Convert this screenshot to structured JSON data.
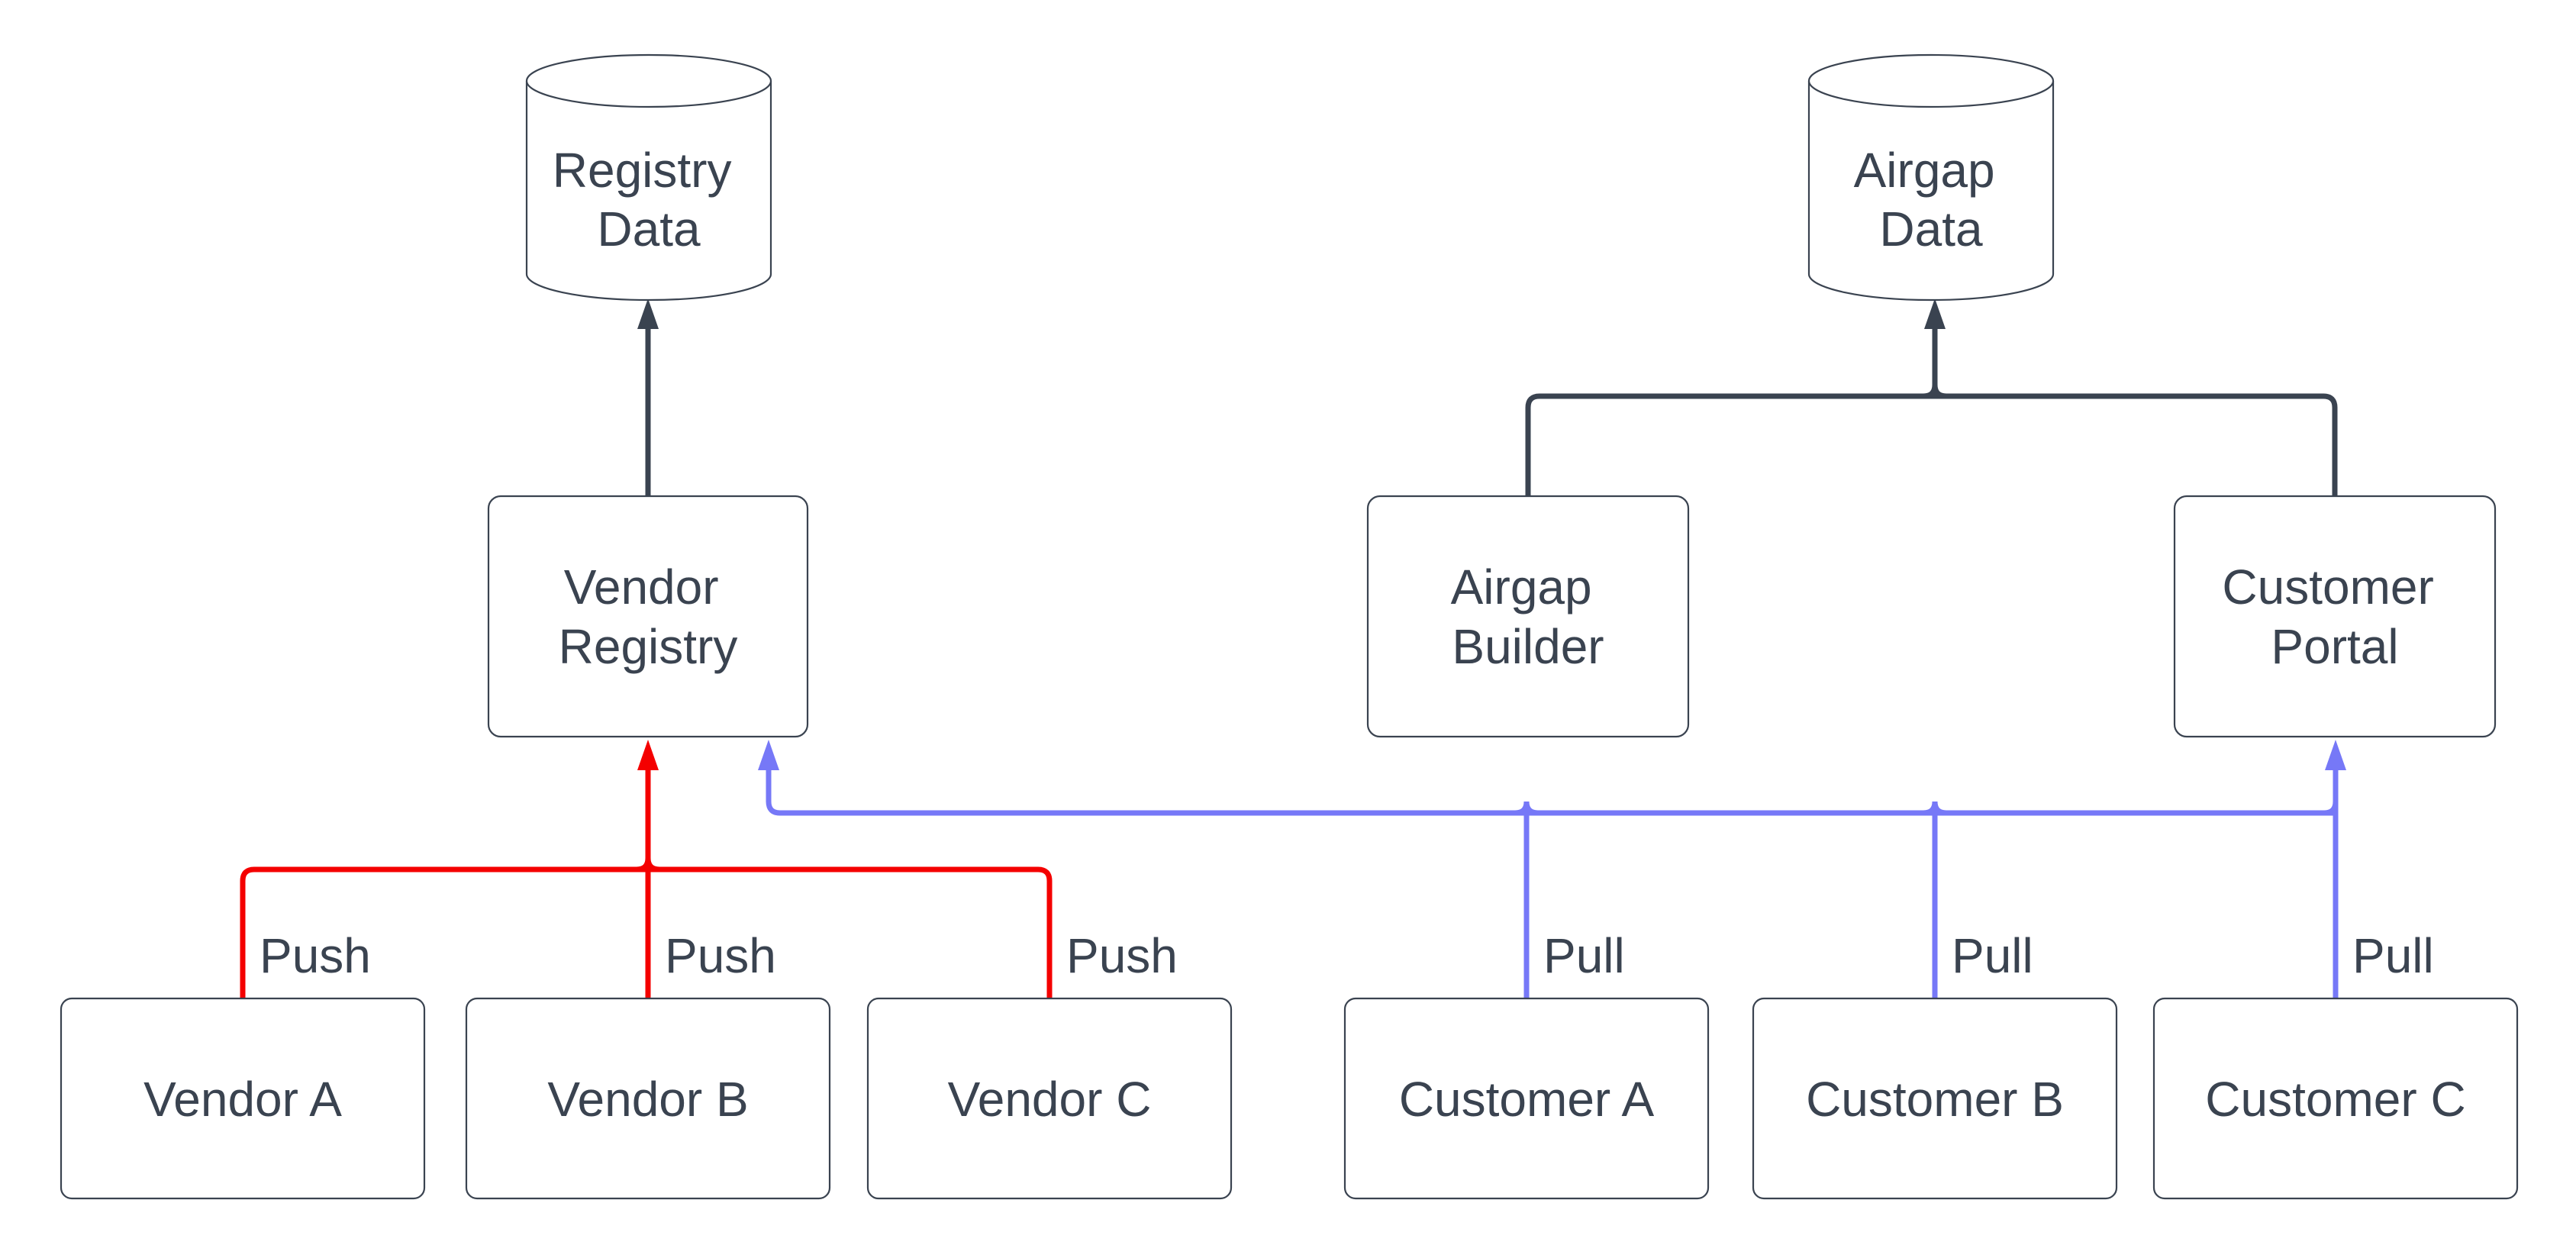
{
  "diagram": {
    "colors": {
      "node_stroke": "#3a4350",
      "text": "#3a4350",
      "dark_edge": "#3a4350",
      "push": "#f40000",
      "pull": "#7678f7",
      "bg": "#ffffff"
    },
    "nodes": {
      "registry_data": {
        "line1": "Registry",
        "line2": "Data"
      },
      "airgap_data": {
        "line1": "Airgap",
        "line2": "Data"
      },
      "vendor_registry": {
        "line1": "Vendor",
        "line2": "Registry"
      },
      "airgap_builder": {
        "line1": "Airgap",
        "line2": "Builder"
      },
      "customer_portal": {
        "line1": "Customer",
        "line2": "Portal"
      },
      "vendor_a": {
        "label": "Vendor A"
      },
      "vendor_b": {
        "label": "Vendor B"
      },
      "vendor_c": {
        "label": "Vendor C"
      },
      "customer_a": {
        "label": "Customer A"
      },
      "customer_b": {
        "label": "Customer B"
      },
      "customer_c": {
        "label": "Customer C"
      }
    },
    "edges": {
      "push_labels": [
        "Push",
        "Push",
        "Push"
      ],
      "pull_labels": [
        "Pull",
        "Pull",
        "Pull"
      ]
    }
  }
}
